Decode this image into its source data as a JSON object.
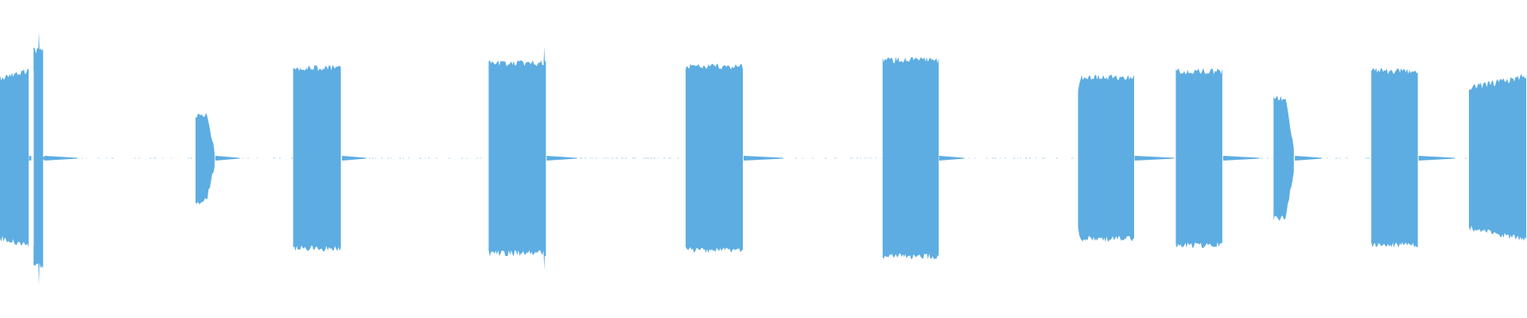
{
  "waveform": {
    "color": "#5dade2",
    "baseline_color": "#5dade2",
    "segments": [
      {
        "start": 0.0,
        "end": 0.019,
        "amplitude": 0.55,
        "shape": "burst-taper"
      },
      {
        "start": 0.022,
        "end": 0.029,
        "amplitude": 0.68,
        "shape": "spike"
      },
      {
        "start": 0.128,
        "end": 0.141,
        "amplitude": 0.27,
        "shape": "decay"
      },
      {
        "start": 0.192,
        "end": 0.224,
        "amplitude": 0.57,
        "shape": "burst"
      },
      {
        "start": 0.32,
        "end": 0.358,
        "amplitude": 0.6,
        "shape": "burst-spike"
      },
      {
        "start": 0.449,
        "end": 0.487,
        "amplitude": 0.58,
        "shape": "burst"
      },
      {
        "start": 0.578,
        "end": 0.615,
        "amplitude": 0.62,
        "shape": "burst"
      },
      {
        "start": 0.706,
        "end": 0.743,
        "amplitude": 0.51,
        "shape": "burst-rounded"
      },
      {
        "start": 0.77,
        "end": 0.801,
        "amplitude": 0.55,
        "shape": "burst"
      },
      {
        "start": 0.834,
        "end": 0.848,
        "amplitude": 0.38,
        "shape": "decay"
      },
      {
        "start": 0.898,
        "end": 0.929,
        "amplitude": 0.55,
        "shape": "burst"
      },
      {
        "start": 0.962,
        "end": 1.0,
        "amplitude": 0.52,
        "shape": "ramp"
      }
    ]
  }
}
